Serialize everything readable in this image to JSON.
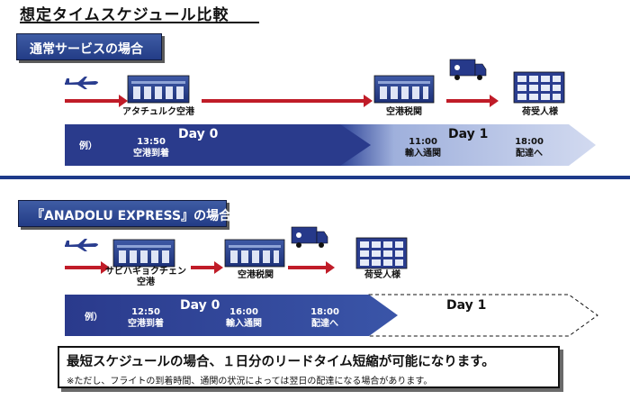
{
  "title": "想定タイムスケジュール比較",
  "section1": {
    "label": "通常サービスの場合",
    "nodes": {
      "ataturk": "アタチュルク空港",
      "customs": "空港税関",
      "consignee": "荷受人様"
    },
    "timeline": {
      "example": "例）",
      "day0": "Day 0",
      "day1": "Day 1",
      "ev1_time": "13:50",
      "ev1_label": "空港到着",
      "ev2_time": "11:00",
      "ev2_label": "輸入通関",
      "ev3_time": "18:00",
      "ev3_label": "配達へ"
    }
  },
  "section2": {
    "label": "『ANADOLU EXPRESS』の場合",
    "nodes": {
      "sabiha_1": "サビハギョクチェン",
      "sabiha_2": "空港",
      "customs": "空港税関",
      "consignee": "荷受人様"
    },
    "timeline": {
      "example": "例）",
      "day0": "Day 0",
      "day1": "Day 1",
      "ev1_time": "12:50",
      "ev1_label": "空港到着",
      "ev2_time": "16:00",
      "ev2_label": "輸入通関",
      "ev3_time": "18:00",
      "ev3_label": "配達へ"
    }
  },
  "footer": {
    "main": "最短スケジュールの場合、１日分のリードタイム短縮が可能になります。",
    "note": "※ただし、フライトの到着時間、通関の状況によっては翌日の配達になる場合があります。"
  },
  "colors": {
    "navy": "#1e3a8a",
    "arrow_red": "#c01c28",
    "timeline_dark": "#2a3d8f",
    "timeline_light": "#b9c3e2"
  }
}
